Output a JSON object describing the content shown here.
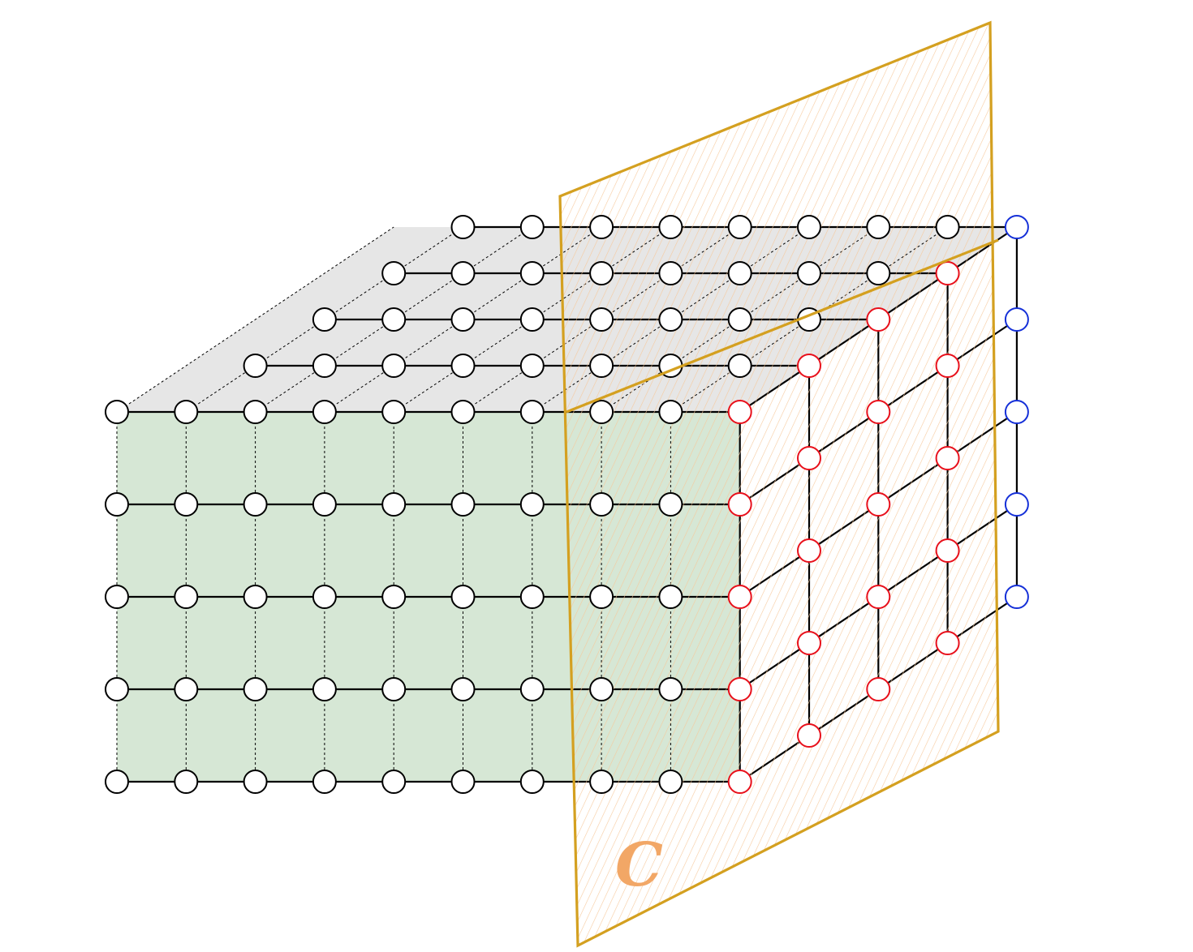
{
  "figure": {
    "cut_label": "C"
  },
  "colors": {
    "front_face_fill": "#d6e7d5",
    "top_face_fill": "#e6e6e6",
    "node_stroke": "#000000",
    "node_fill": "#ffffff",
    "boundary_node_red": "#e8101b",
    "boundary_node_blue": "#1530d8",
    "cut_plane_stroke": "#d4a020",
    "cut_plane_hatch": "#f6c89a",
    "cut_label": "#f2a766"
  },
  "lattice": {
    "front_rows": 5,
    "front_columns": 10,
    "depth_layers": 5,
    "side_face_boundary_color": "red",
    "back_face_boundary_color": "blue"
  }
}
